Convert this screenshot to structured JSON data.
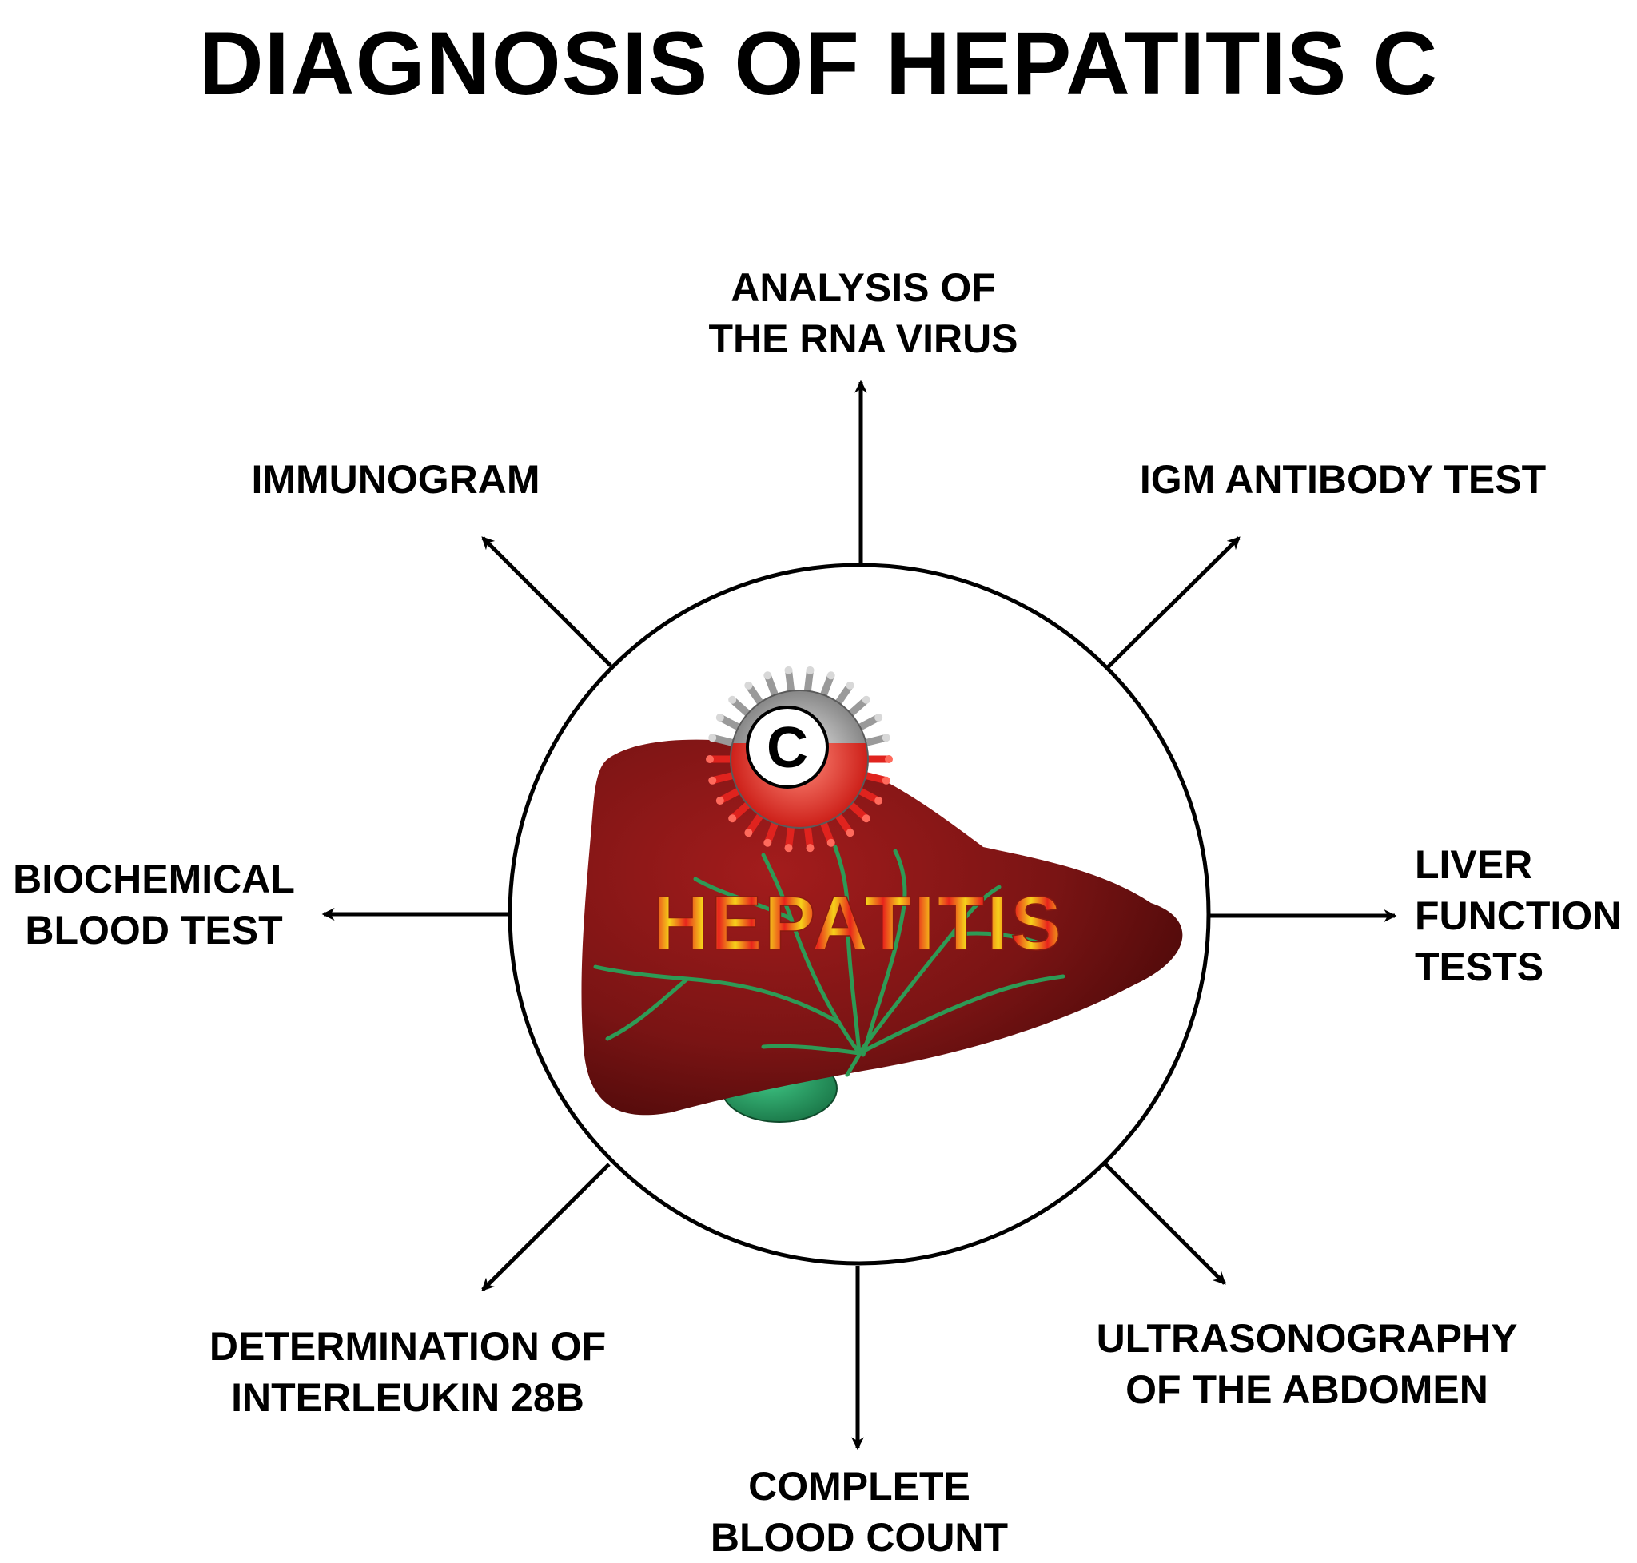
{
  "title": "DIAGNOSIS OF HEPATITIS C",
  "center": {
    "organ_label": "HEPATITIS",
    "virus_letter": "C"
  },
  "tests": [
    {
      "id": "rna",
      "lines": [
        "ANALYSIS OF",
        "THE RNA VIRUS"
      ]
    },
    {
      "id": "igm",
      "lines": [
        "IGM ANTIBODY TEST"
      ]
    },
    {
      "id": "liver",
      "lines": [
        "LIVER",
        "FUNCTION",
        "TESTS"
      ]
    },
    {
      "id": "ultra",
      "lines": [
        "ULTRASONOGRAPHY",
        "OF THE ABDOMEN"
      ]
    },
    {
      "id": "cbc",
      "lines": [
        "COMPLETE",
        "BLOOD COUNT"
      ]
    },
    {
      "id": "il28b",
      "lines": [
        "DETERMINATION OF",
        "INTERLEUKIN 28B"
      ]
    },
    {
      "id": "biochem",
      "lines": [
        "BIOCHEMICAL",
        "BLOOD TEST"
      ]
    },
    {
      "id": "immuno",
      "lines": [
        "IMMUNOGRAM"
      ]
    }
  ],
  "colors": {
    "liver": "#7a1414",
    "liver_dark": "#3e0606",
    "gallbladder": "#1f8f55",
    "vessels": "#2e9a55",
    "virus_red": "#e0231e",
    "virus_gray": "#9a9a9a",
    "text_gradient": [
      "#e8241c",
      "#f6d21a"
    ]
  }
}
